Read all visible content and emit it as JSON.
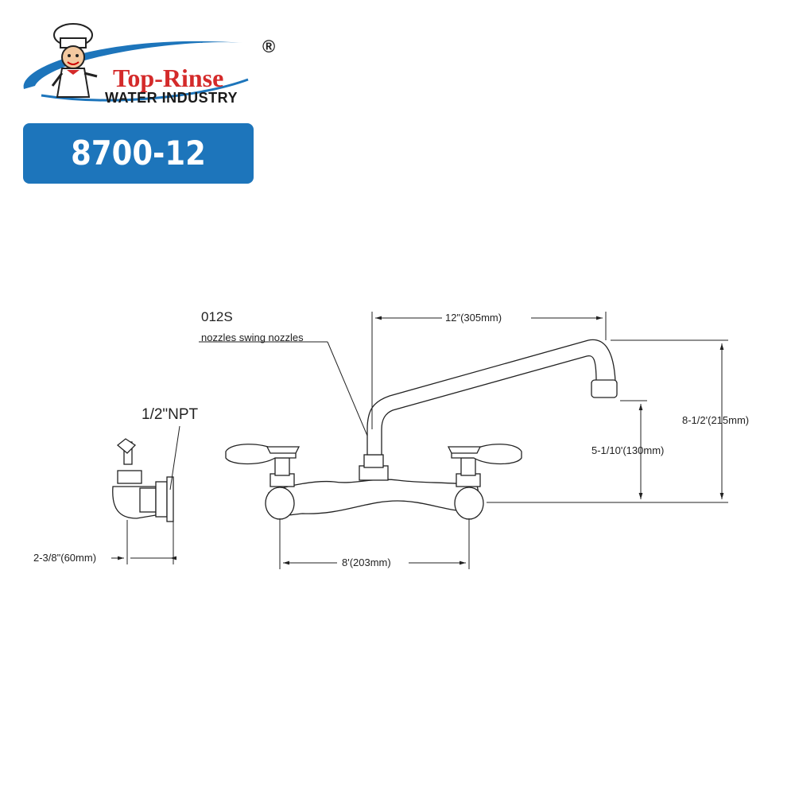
{
  "brand": {
    "name": "Top-Rinse",
    "subtitle": "WATER INDUSTRY",
    "registered_mark": "®",
    "colors": {
      "brand_red": "#d42a2a",
      "swoosh_blue": "#1d75bb"
    }
  },
  "model": {
    "number": "8700-12",
    "badge_color": "#1d75bb"
  },
  "drawing": {
    "callout_code": "012S",
    "callout_text": "nozzles swing nozzles",
    "npt_label": "1/2\"NPT",
    "dimensions": {
      "spout_reach": "12\"(305mm)",
      "overall_height": "8-1/2'(215mm)",
      "spout_clearance": "5-1/10'(130mm)",
      "center_spacing": "8'(203mm)",
      "wall_depth": "2-3/8\"(60mm)"
    }
  }
}
